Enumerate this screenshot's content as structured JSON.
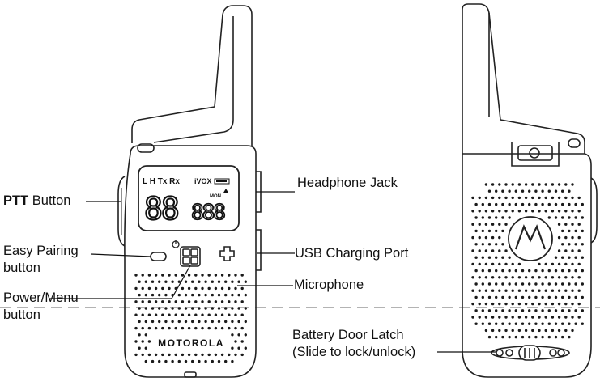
{
  "labels": {
    "ptt_bold": "PTT",
    "ptt_rest": " Button",
    "easy_pairing_line1": "Easy Pairing",
    "easy_pairing_line2": "button",
    "power_menu_line1": "Power/Menu",
    "power_menu_line2": "button",
    "headphone_jack": "Headphone Jack",
    "usb_charging_port": "USB Charging Port",
    "microphone": "Microphone",
    "battery_latch_line1": "Battery Door Latch",
    "battery_latch_line2": "(Slide to lock/unlock)"
  },
  "device": {
    "brand": "MOTOROLA",
    "lcd_indicators": "L H  Tx Rx",
    "lcd_vox": "iVOX",
    "lcd_mon": "MON",
    "lcd_digits_large": "88",
    "lcd_digits_small": "888"
  },
  "colors": {
    "outline": "#222222",
    "dot": "#1a1a1a",
    "dashed_line": "#9a9a9a"
  }
}
